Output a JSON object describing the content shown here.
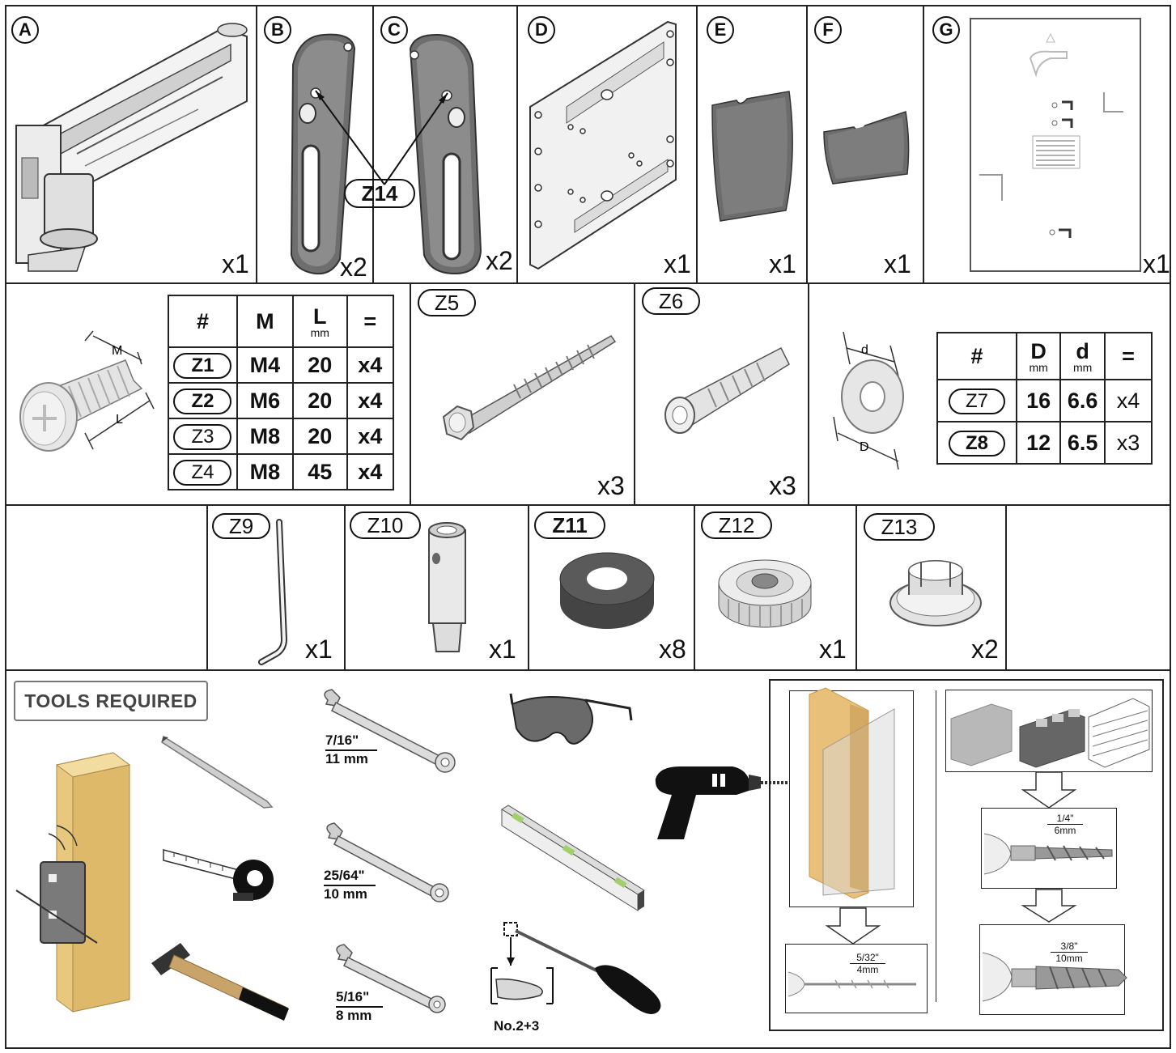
{
  "parts": [
    {
      "letter": "A",
      "qty": "x1"
    },
    {
      "letter": "B",
      "qty": "x2"
    },
    {
      "letter": "C",
      "qty": "x2"
    },
    {
      "letter": "D",
      "qty": "x1"
    },
    {
      "letter": "E",
      "qty": "x1"
    },
    {
      "letter": "F",
      "qty": "x1"
    },
    {
      "letter": "G",
      "qty": "x1"
    }
  ],
  "z14_label": "Z14",
  "bolt_table": {
    "headers": [
      "#",
      "M",
      "L",
      "="
    ],
    "l_unit": "mm",
    "dim_m": "M",
    "dim_l": "L",
    "rows": [
      {
        "id": "Z1",
        "m": "M4",
        "l": "20",
        "q": "x4"
      },
      {
        "id": "Z2",
        "m": "M6",
        "l": "20",
        "q": "x4"
      },
      {
        "id": "Z3",
        "m": "M8",
        "l": "20",
        "q": "x4"
      },
      {
        "id": "Z4",
        "m": "M8",
        "l": "45",
        "q": "x4"
      }
    ]
  },
  "z5": {
    "id": "Z5",
    "qty": "x3"
  },
  "z6": {
    "id": "Z6",
    "qty": "x3"
  },
  "washer_table": {
    "headers": [
      "#",
      "D",
      "d",
      "="
    ],
    "units": [
      "mm",
      "mm"
    ],
    "dim_d": "d",
    "dim_D": "D",
    "rows": [
      {
        "id": "Z7",
        "D": "16",
        "d": "6.6",
        "q": "x4"
      },
      {
        "id": "Z8",
        "D": "12",
        "d": "6.5",
        "q": "x3"
      }
    ]
  },
  "small_parts": [
    {
      "id": "Z9",
      "qty": "x1"
    },
    {
      "id": "Z10",
      "qty": "x1"
    },
    {
      "id": "Z11",
      "qty": "x8"
    },
    {
      "id": "Z12",
      "qty": "x1"
    },
    {
      "id": "Z13",
      "qty": "x2"
    }
  ],
  "tools": {
    "title": "TOOLS REQUIRED",
    "wrenches": [
      {
        "top": "7/16\"",
        "bottom": "11 mm"
      },
      {
        "top": "25/64\"",
        "bottom": "10 mm"
      },
      {
        "top": "5/16\"",
        "bottom": "8 mm"
      }
    ],
    "screwdriver": "No.2+3",
    "drill_wood": {
      "top": "5/32\"",
      "bottom": "4mm"
    },
    "drill_masonry": [
      {
        "top": "1/4\"",
        "bottom": "6mm"
      },
      {
        "top": "3/8\"",
        "bottom": "10mm"
      }
    ]
  },
  "colors": {
    "line": "#222222",
    "wood": "#e8c77f",
    "grey": "#8a8a8a",
    "dark": "#555555"
  }
}
